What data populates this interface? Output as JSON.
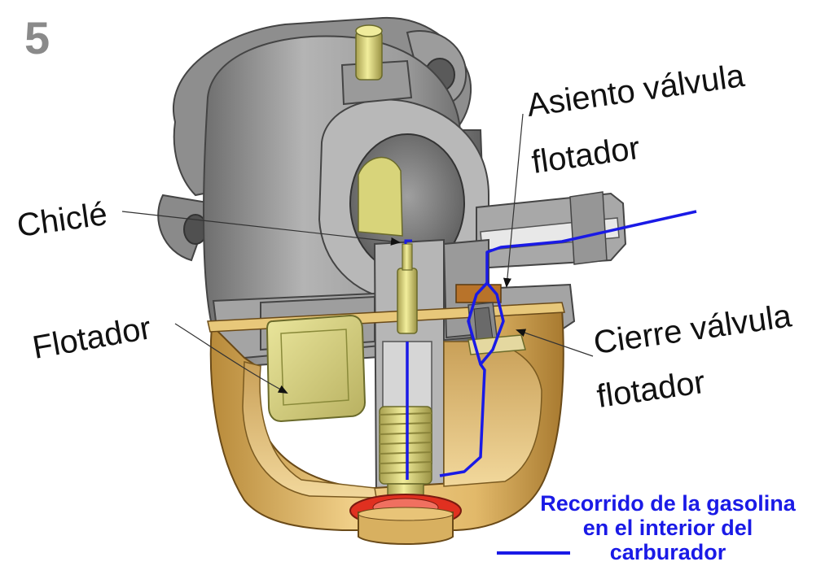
{
  "figure_number": "5",
  "labels": {
    "chicle": "Chiclé",
    "flotador": "Flotador",
    "asiento_line1": "Asiento válvula",
    "asiento_line2": "flotador",
    "cierre_line1": "Cierre válvula",
    "cierre_line2": "flotador"
  },
  "legend": {
    "line1": "Recorrido de la gasolina",
    "line2": "en el interior del",
    "line3": "carburador"
  },
  "colors": {
    "fuel_path": "#1a1ae6",
    "body_metal": "#9a9a9a",
    "bowl_brass": "#d8b060",
    "jet_yellow": "#e6e08a",
    "gasket_red": "#e03020",
    "legend_text": "#1a1ae6",
    "number_gray": "#8a8a8a"
  }
}
